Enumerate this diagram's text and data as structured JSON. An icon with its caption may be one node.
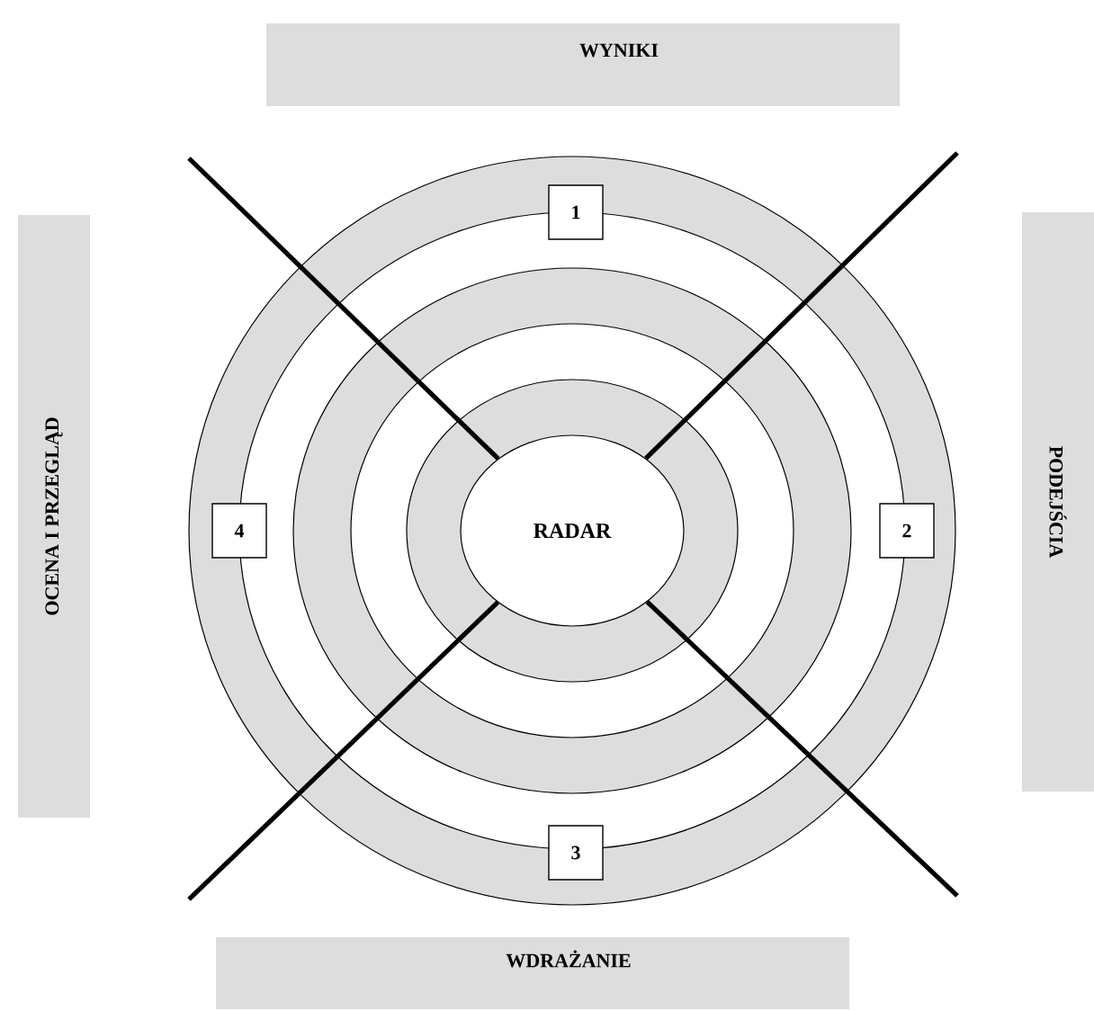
{
  "diagram": {
    "nodes": [
      {
        "text": [
          "WYNIKI"
        ]
      },
      {
        "text": [
          "1"
        ]
      },
      {
        "text": [
          "OCENA I PRZEGLĄD"
        ]
      },
      {
        "text": [
          "4"
        ]
      },
      {
        "text": [
          "RADAR"
        ]
      },
      {
        "text": [
          "2"
        ]
      },
      {
        "text": [
          "PODEJŚCIA"
        ]
      },
      {
        "text": [
          "3"
        ]
      },
      {
        "text": [
          "WDRAŻANIE"
        ]
      }
    ],
    "edges": [
      {
        "from": null,
        "to": 4,
        "arrow": "none"
      },
      {
        "from": null,
        "to": 4,
        "arrow": "none"
      },
      {
        "from": null,
        "to": 4,
        "arrow": "none"
      },
      {
        "from": null,
        "to": 4,
        "arrow": "none"
      }
    ]
  }
}
